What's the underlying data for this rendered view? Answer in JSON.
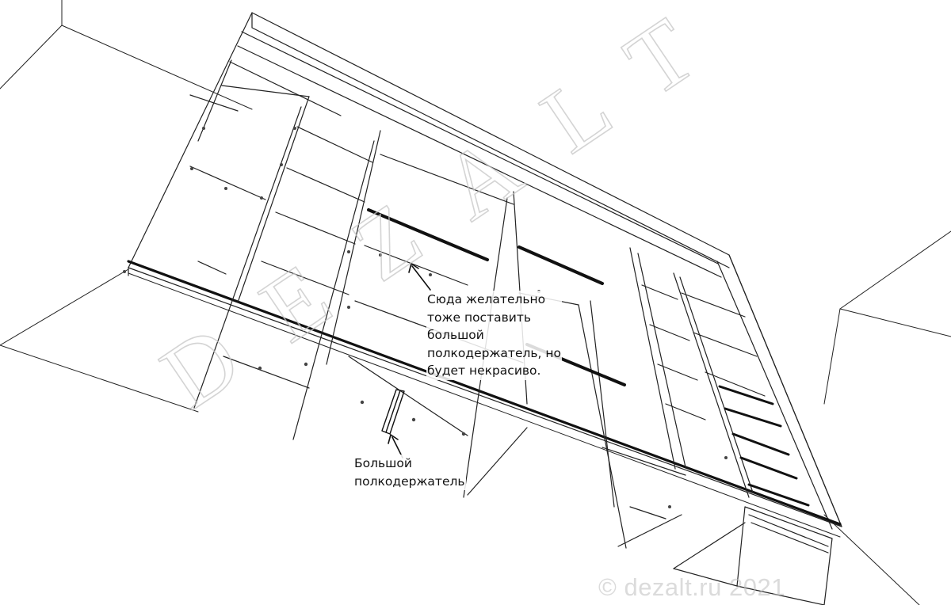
{
  "annotations": {
    "main_note_lines": [
      "Сюда желательно",
      "тоже поставить",
      "большой",
      "полкодержатель, но",
      "будет некрасиво."
    ],
    "holder_note_lines": [
      "Большой",
      "полкодержатель"
    ]
  },
  "watermark": {
    "brand": "DEZALT",
    "copyright": "© dezalt.ru 2021"
  },
  "colors": {
    "line": "#222222",
    "rod": "#111111",
    "watermark": "#c8c8c8"
  }
}
